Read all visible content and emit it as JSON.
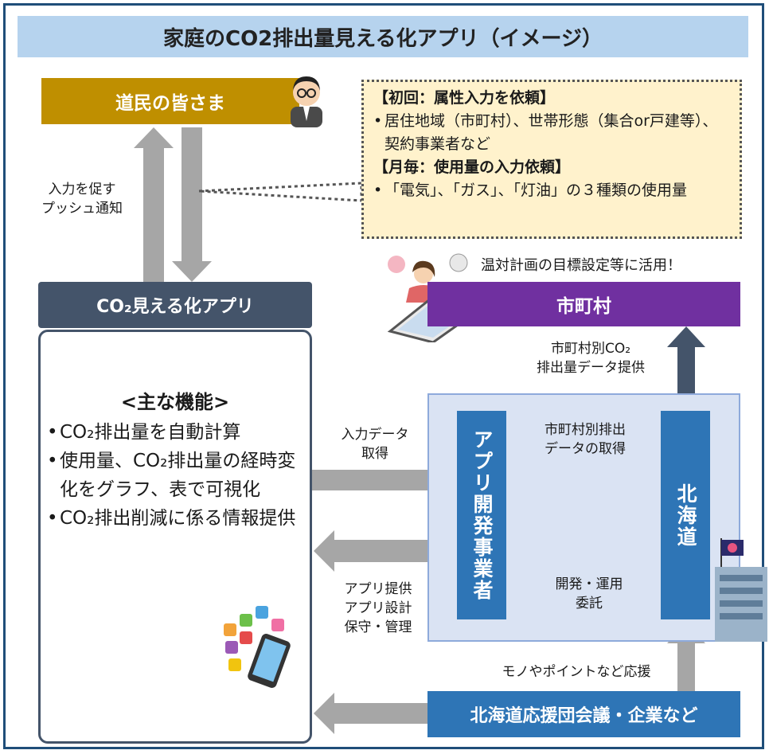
{
  "title": "家庭のCO2排出量見える化アプリ（イメージ）",
  "citizens": "道民の皆さま",
  "push_label": [
    "入力を促す",
    "プッシュ通知"
  ],
  "note": {
    "h1": "【初回：属性入力を依頼】",
    "b1": "居住地域（市町村）、世帯形態（集合or戸建等）、契約事業者など",
    "h2": "【月毎：使用量の入力依頼】",
    "b2": "「電気」、「ガス」、「灯油」の３種類の使用量"
  },
  "app_label": "CO₂見える化アプリ",
  "features": {
    "title": "<主な機能>",
    "items": [
      "CO₂排出量を自動計算",
      "使用量、CO₂排出量の経時変化をグラフ、表で可視化",
      "CO₂排出削減に係る情報提供"
    ]
  },
  "muni_caption": "温対計画の目標設定等に活用！",
  "municipality": "市町村",
  "muni_data_label": [
    "市町村別CO₂",
    "排出量データ提供"
  ],
  "input_data_label": [
    "入力データ",
    "取得"
  ],
  "app_provide_label": [
    "アプリ提供",
    "アプリ設計",
    "保守・管理"
  ],
  "developer": "アプリ開発事業者",
  "hokkaido": "北海道",
  "fetch_label": [
    "市町村別排出",
    "データの取得"
  ],
  "commission_label": [
    "開発・運用",
    "委託"
  ],
  "support_label": "モノやポイントなど応援",
  "supporters": "北海道応援団会議・企業など"
}
